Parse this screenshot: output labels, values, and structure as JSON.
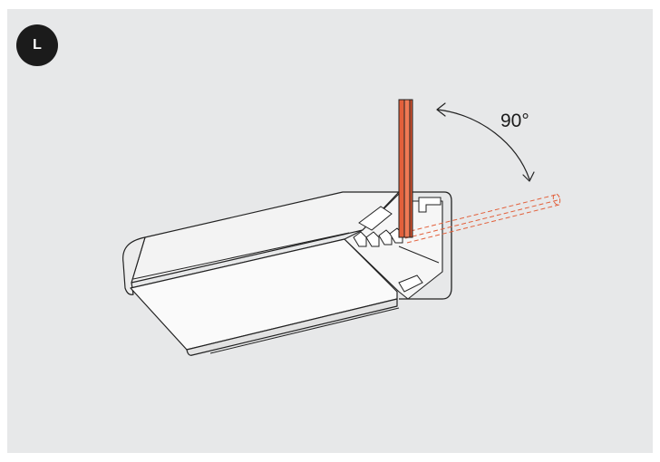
{
  "step": {
    "label": "L"
  },
  "rotation": {
    "angle_label": "90°"
  },
  "colors": {
    "background": "#e7e8e9",
    "badge": "#1b1b1b",
    "tool_accent": "#e2603b",
    "line": "#222222"
  },
  "icons": {
    "step_badge": "circle-badge",
    "rotation": "curved-double-arrow-icon",
    "tool": "hex-key-tool"
  }
}
